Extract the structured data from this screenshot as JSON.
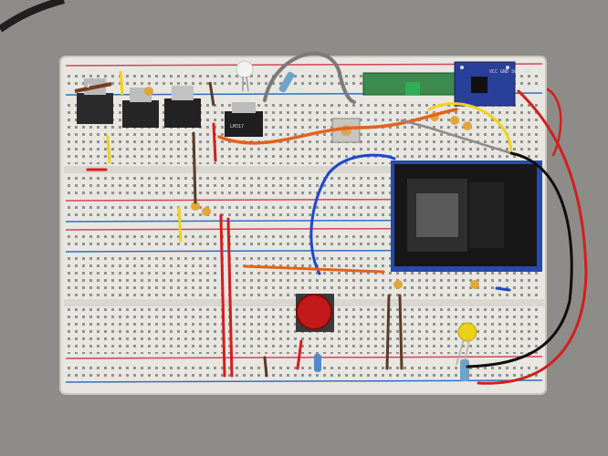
{
  "scene": {
    "subject": "solderless breadboard prototype circuit",
    "colors": {
      "table": "#8d8b88",
      "board": "#e9e7e2",
      "rail_red": "#d3455a",
      "rail_blue": "#2f6fc4",
      "socket": "#1c1c1c",
      "module_green": "#3c8a4e",
      "module_blue": "#2a3f9a",
      "button_red": "#c21a1a",
      "led_yellow": "#e8d21a",
      "capacitor": "#e0a63a"
    },
    "wire_colors": [
      "#d21f1f",
      "#e0631e",
      "#1f47c9",
      "#0e0e0e",
      "#7a7a7a",
      "#f0d21a",
      "#5a3b28"
    ],
    "regulator_label": "LM317",
    "module_pins_label": "VCC GND SCL SDA"
  }
}
